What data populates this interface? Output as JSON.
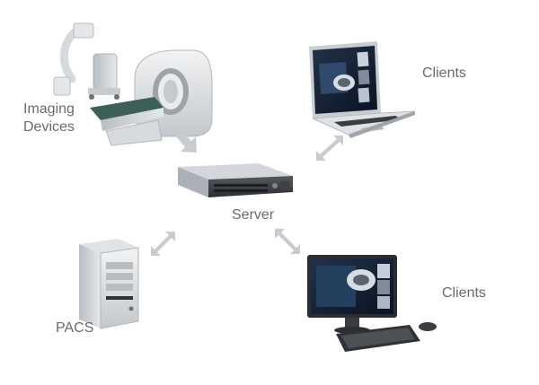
{
  "diagram": {
    "nodes": {
      "imaging_devices": {
        "label": "Imaging\nDevices",
        "icon": "imaging-devices-icon"
      },
      "server": {
        "label": "Server",
        "icon": "rack-server-icon"
      },
      "clients_laptop": {
        "label": "Clients",
        "icon": "laptop-icon"
      },
      "clients_workstation": {
        "label": "Clients",
        "icon": "workstation-icon"
      },
      "pacs": {
        "label": "PACS",
        "icon": "tower-pc-icon"
      }
    },
    "edges": [
      {
        "from": "imaging_devices",
        "to": "server",
        "direction": "one-way"
      },
      {
        "from": "server",
        "to": "clients_laptop",
        "direction": "two-way"
      },
      {
        "from": "server",
        "to": "clients_workstation",
        "direction": "two-way"
      },
      {
        "from": "server",
        "to": "pacs",
        "direction": "two-way"
      }
    ],
    "colors": {
      "label": "#6a6a6a",
      "arrow": "#c8ccd0",
      "device_body": "#d9dde0",
      "screen": "#0d1a2e"
    }
  }
}
